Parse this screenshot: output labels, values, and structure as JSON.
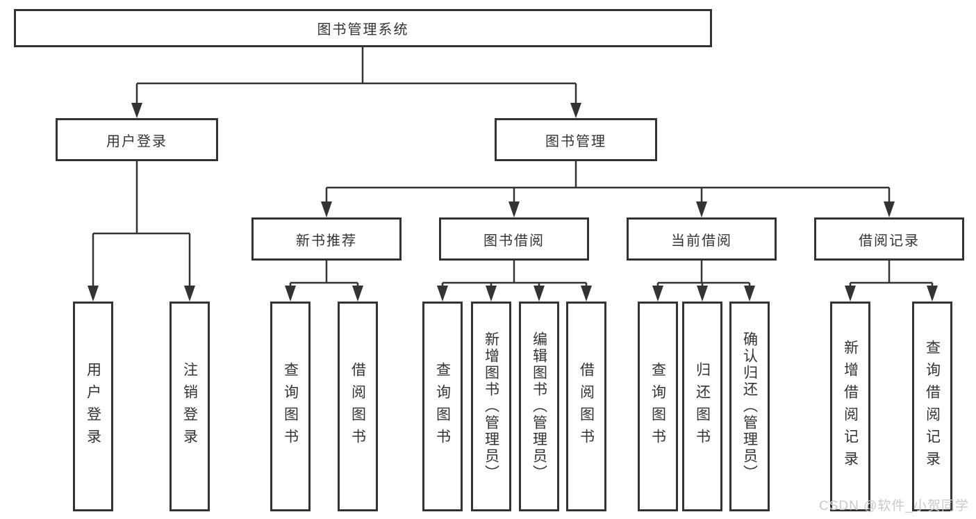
{
  "diagram": {
    "root": {
      "label": "图书管理系统"
    },
    "branches": [
      {
        "label": "用户登录",
        "children": [
          {
            "label": "用户登录"
          },
          {
            "label": "注销登录"
          }
        ]
      },
      {
        "label": "图书管理",
        "children": [
          {
            "label": "新书推荐",
            "children": [
              {
                "label": "查询图书"
              },
              {
                "label": "借阅图书"
              }
            ]
          },
          {
            "label": "图书借阅",
            "children": [
              {
                "label": "查询图书"
              },
              {
                "label": "新增图书（管理员）"
              },
              {
                "label": "编辑图书（管理员）"
              },
              {
                "label": "借阅图书"
              }
            ]
          },
          {
            "label": "当前借阅",
            "children": [
              {
                "label": "查询图书"
              },
              {
                "label": "归还图书"
              },
              {
                "label": "确认归还（管理员）"
              }
            ]
          },
          {
            "label": "借阅记录",
            "children": [
              {
                "label": "新增借阅记录"
              },
              {
                "label": "查询借阅记录"
              }
            ]
          }
        ]
      }
    ],
    "watermark": "CSDN @软件_小贺同学",
    "colors": {
      "line": "#333333",
      "box_background": "#ffffff",
      "watermark": "#c9c9c9"
    }
  }
}
